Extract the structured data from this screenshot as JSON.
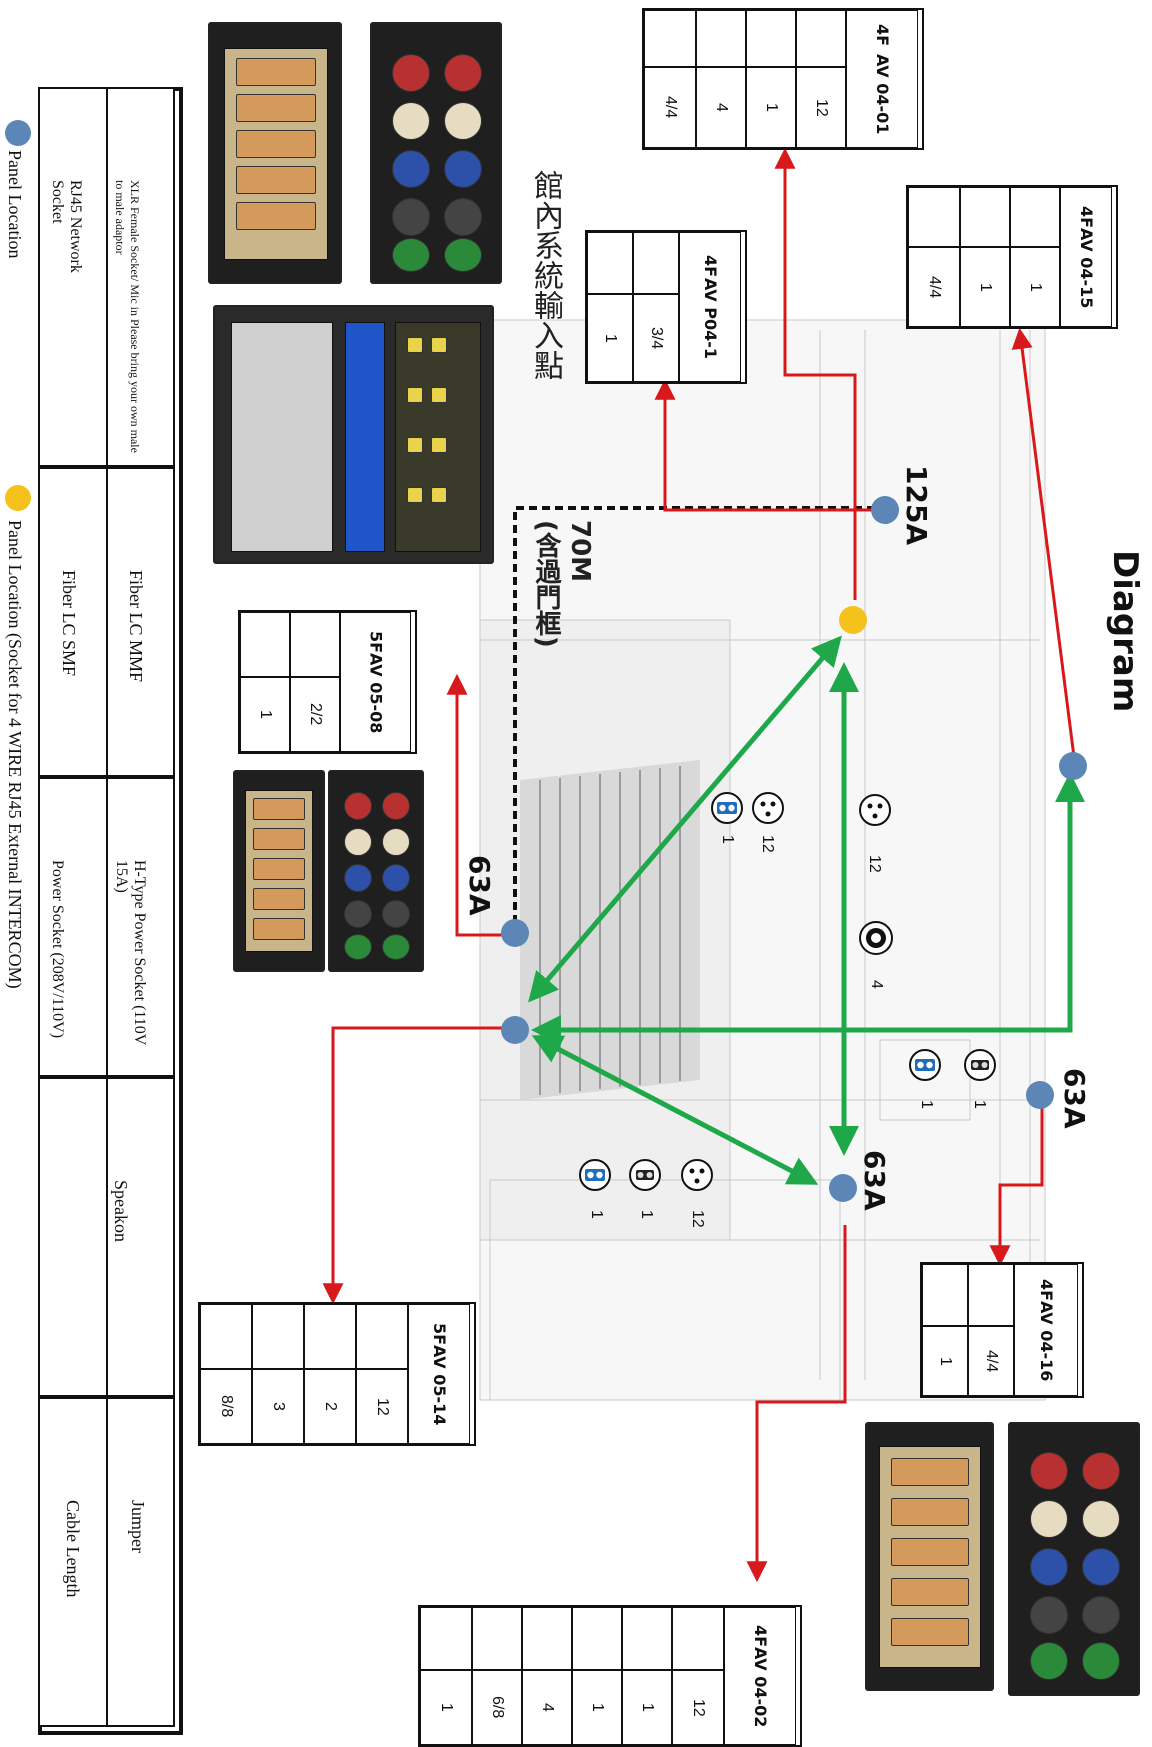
{
  "title": "GT AV Channel Allocation Diagram",
  "system_input_label": "館內系統輸入點",
  "cable_length_label": "70M\n(含過門框)",
  "amps": {
    "a125": "125A",
    "a63_left": "63A",
    "a63_bottom": "63A",
    "a63_right": "63A"
  },
  "panels": {
    "av_04_01": {
      "floor": "4F",
      "name": "AV 04-01",
      "cols": [
        "12",
        "1",
        "4",
        "4/4"
      ]
    },
    "av_04_15": {
      "floor": "4F",
      "name": "AV 04-15",
      "cols": [
        "1",
        "1",
        "4/4"
      ]
    },
    "av_p04_1": {
      "floor": "4F",
      "name": "AV P04-1",
      "cols": [
        "3/4",
        "1"
      ]
    },
    "av_05_08": {
      "floor": "5F",
      "name": "AV 05-08",
      "cols": [
        "2/2",
        "1"
      ]
    },
    "av_05_14": {
      "floor": "5F",
      "name": "AV 05-14",
      "cols": [
        "12",
        "2",
        "3",
        "8/8"
      ]
    },
    "av_04_16": {
      "floor": "4F",
      "name": "AV 04-16",
      "cols": [
        "4/4",
        "1"
      ]
    },
    "av_04_02": {
      "floor": "4F",
      "name": "AV 04-02",
      "cols": [
        "12",
        "1",
        "1",
        "4",
        "6/8",
        "1"
      ]
    }
  },
  "inline_counts": {
    "seat_a": {
      "xlr": "12",
      "fiber": "1"
    },
    "seat_b": {
      "xlr": "12",
      "speakon": "4"
    },
    "right": {
      "mmf": "1",
      "smf": "1"
    },
    "lower": {
      "xlr": "12",
      "mmf": "1",
      "smf": "1"
    }
  },
  "legend": {
    "xlr_label": "XLR Female Socket/ Mic in Please bring your own male to male adaptor",
    "rj45_label": "RJ45 Network Socket",
    "fiber_mmf_label": "Fiber LC MMF",
    "fiber_smf_label": "Fiber LC SMF",
    "htype_label": "H-Type Power Socket (110V 15A)",
    "power_label": "Power Socket (208V/110V)",
    "speakon_label": "Speakon",
    "jumper_label": "Jumper",
    "cable_length_label": "Cable Length",
    "panel_location_label": "Panel Location",
    "panel_location2_label": "Panel Location (Socket for 4 WIRE RJ45 External INTERCOM)"
  },
  "icons": {
    "xlr": "xlr-icon",
    "rj45": "rj45-icon",
    "fiber_mmf": "fiber-mmf-icon",
    "fiber_smf": "fiber-smf-icon",
    "htype": "h-type-power-icon",
    "power": "power-warning-icon",
    "speakon": "speakon-icon",
    "jumper": "jumper-arrow-icon",
    "cable": "dashed-cable-icon"
  },
  "colors": {
    "red": "#d8191c",
    "green": "#1ea84a",
    "blue_dot": "#5b86b5",
    "yellow_dot": "#f4c21a",
    "fiber_blue": "#1f6dbf"
  }
}
